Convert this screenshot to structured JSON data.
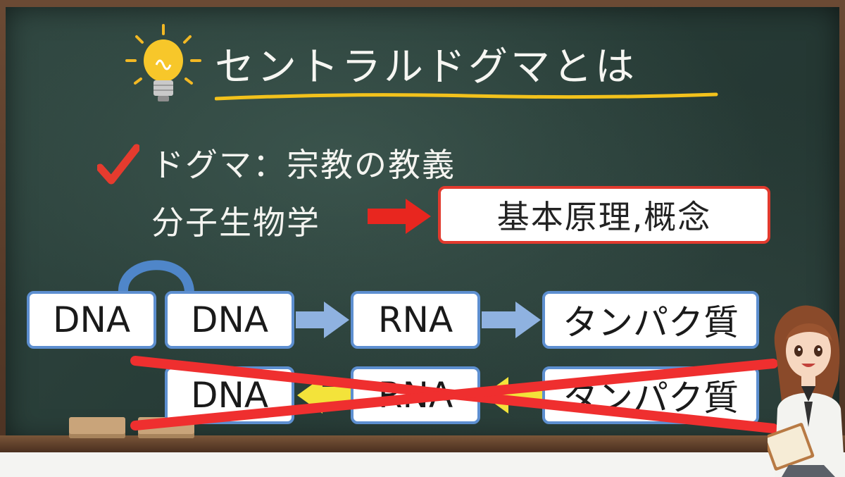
{
  "title": "セントラルドグマとは",
  "dogma_line": "ドグマ：宗教の教義",
  "bio_line": "分子生物学",
  "definition_box": "基本原理,概念",
  "flow_top": {
    "dna_left": "DNA",
    "dna_right": "DNA",
    "rna": "RNA",
    "protein": "タンパク質"
  },
  "flow_bottom": {
    "dna": "DNA",
    "rna": "RNA",
    "protein": "タンパク質"
  },
  "colors": {
    "chalkboard": "#2a3f3a",
    "box_border": "#5d8fd0",
    "arrow_blue": "#8fb2e0",
    "arrow_yellow": "#f3e33a",
    "cross_red": "#ef2f2f",
    "highlight_red": "#e23a2e",
    "underline_yellow": "#f3c21c"
  },
  "icons": [
    "lightbulb-icon",
    "checkmark-icon",
    "right-arrow-icon",
    "replication-loop-icon"
  ]
}
